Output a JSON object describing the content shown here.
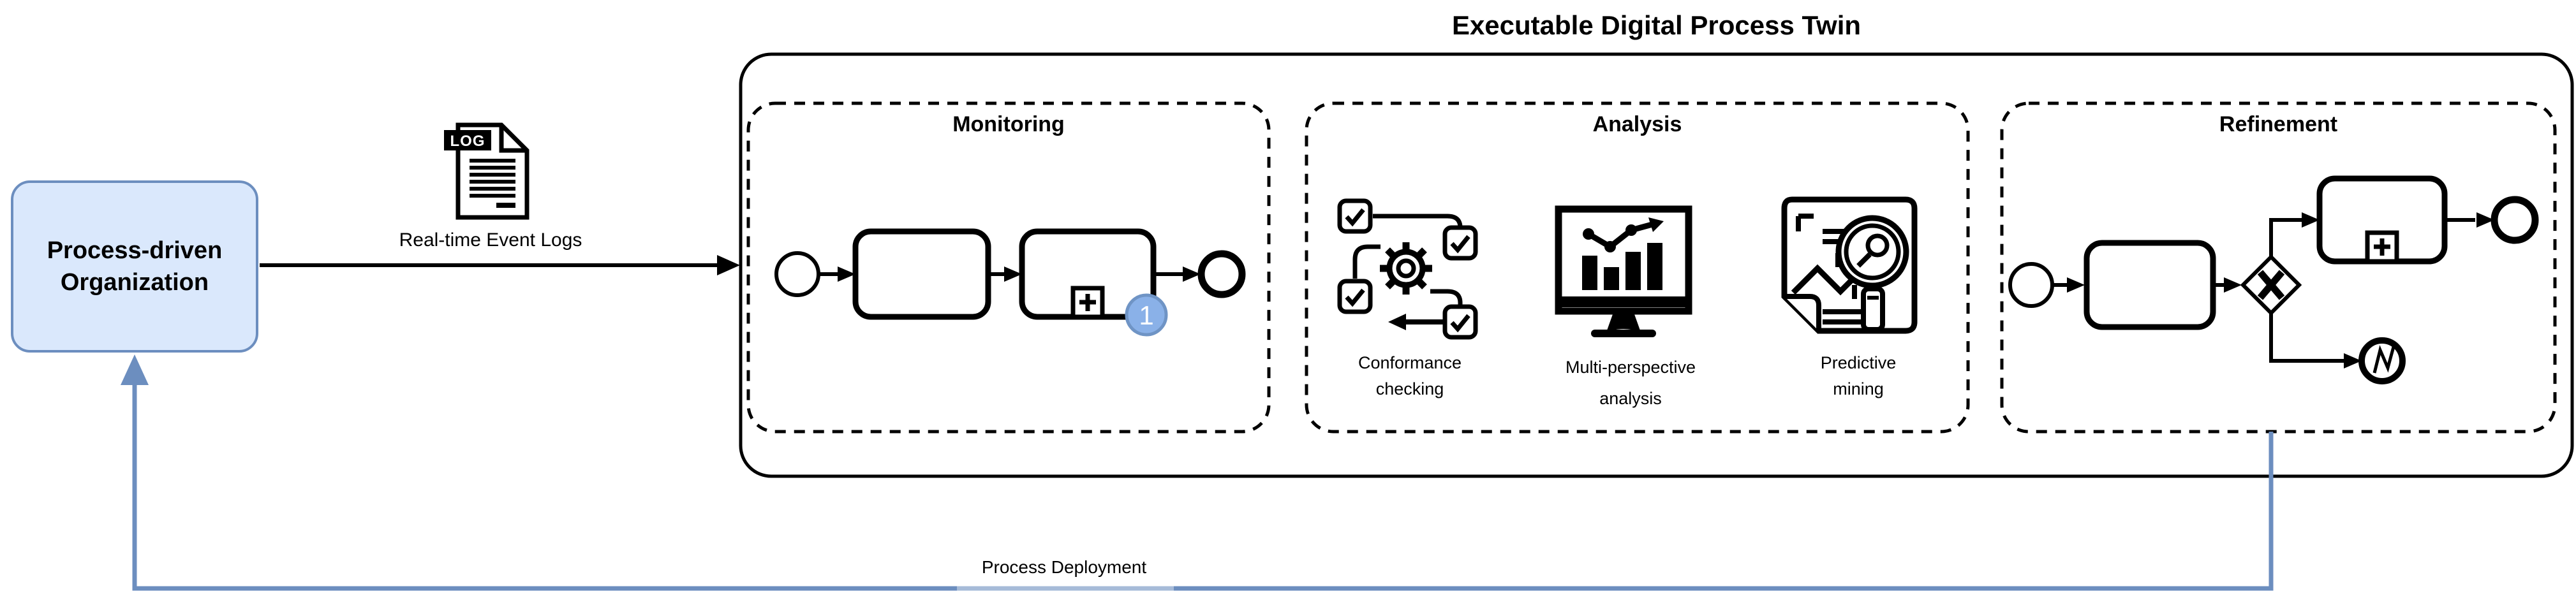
{
  "title": "Executable Digital Process Twin",
  "organization": {
    "line1": "Process-driven",
    "line2": "Organization"
  },
  "flows": {
    "input_label": "Real-time Event Logs",
    "feedback_label": "Process Deployment",
    "log_badge": "LOG"
  },
  "sections": {
    "monitoring": {
      "title": "Monitoring",
      "instance_badge": "1"
    },
    "analysis": {
      "title": "Analysis",
      "capabilities": [
        {
          "line1": "Conformance",
          "line2": "checking"
        },
        {
          "line1": "Multi-perspective",
          "line2": "analysis"
        },
        {
          "line1": "Predictive",
          "line2": "mining"
        }
      ]
    },
    "refinement": {
      "title": "Refinement"
    }
  },
  "colors": {
    "organization_fill": "#dae8fc",
    "organization_stroke": "#6c8ebf",
    "feedback_arrow": "#6c8ebf",
    "instance_badge_fill": "#8ab1e8",
    "instance_badge_stroke": "#6f94c5"
  }
}
